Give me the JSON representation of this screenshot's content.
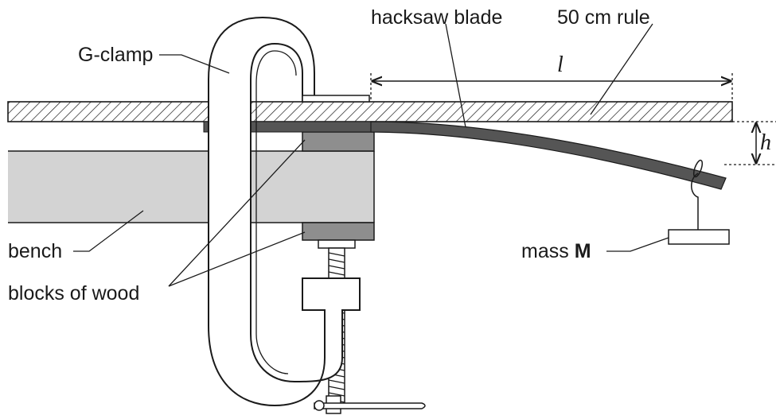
{
  "labels": {
    "g_clamp": "G-clamp",
    "hacksaw_blade": "hacksaw blade",
    "rule": "50 cm rule",
    "length_symbol": "l",
    "height_symbol": "h",
    "bench": "bench",
    "blocks_of_wood": "blocks of wood",
    "mass_prefix": "mass",
    "mass_symbol": "M"
  },
  "colors": {
    "outline": "#1a1a1a",
    "wood_block": "#8e8e8e",
    "bench": "#d3d3d3",
    "blade": "#555555"
  }
}
